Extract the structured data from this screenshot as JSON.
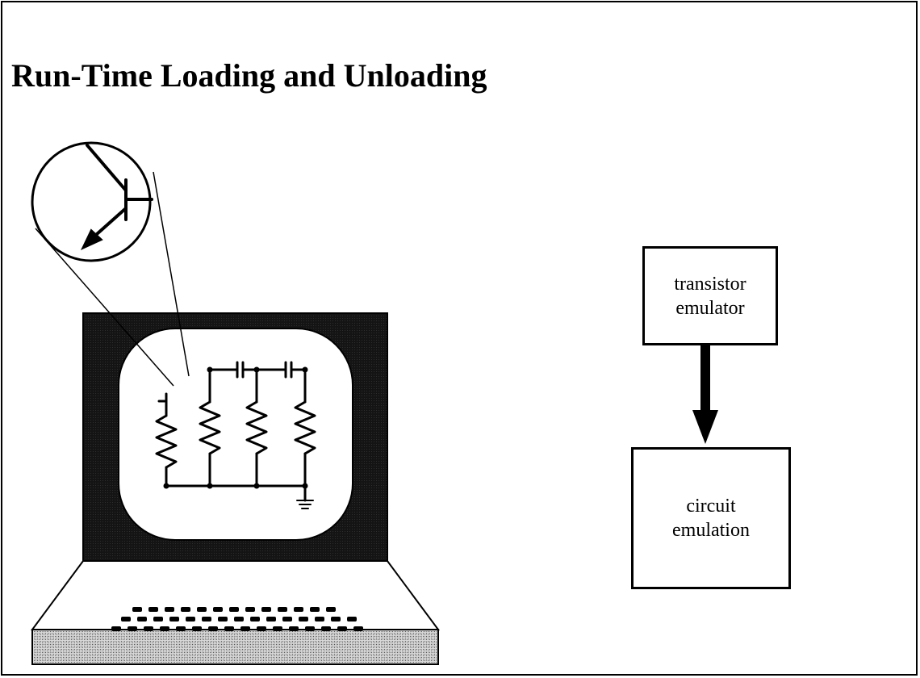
{
  "slide": {
    "title": "Run-Time Loading and Unloading"
  },
  "diagram": {
    "boxes": {
      "transistor_emulator": "transistor emulator",
      "circuit_emulation": "circuit emulation"
    },
    "icons": {
      "computer": "computer-terminal-icon",
      "transistor": "transistor-symbol-icon",
      "circuit": "rc-circuit-schematic-icon",
      "arrow": "arrow-down-icon"
    },
    "colors": {
      "ink": "#000000",
      "screen_bezel": "#1a1a1a",
      "keyboard_base": "#b5b5b5",
      "background": "#ffffff"
    }
  }
}
